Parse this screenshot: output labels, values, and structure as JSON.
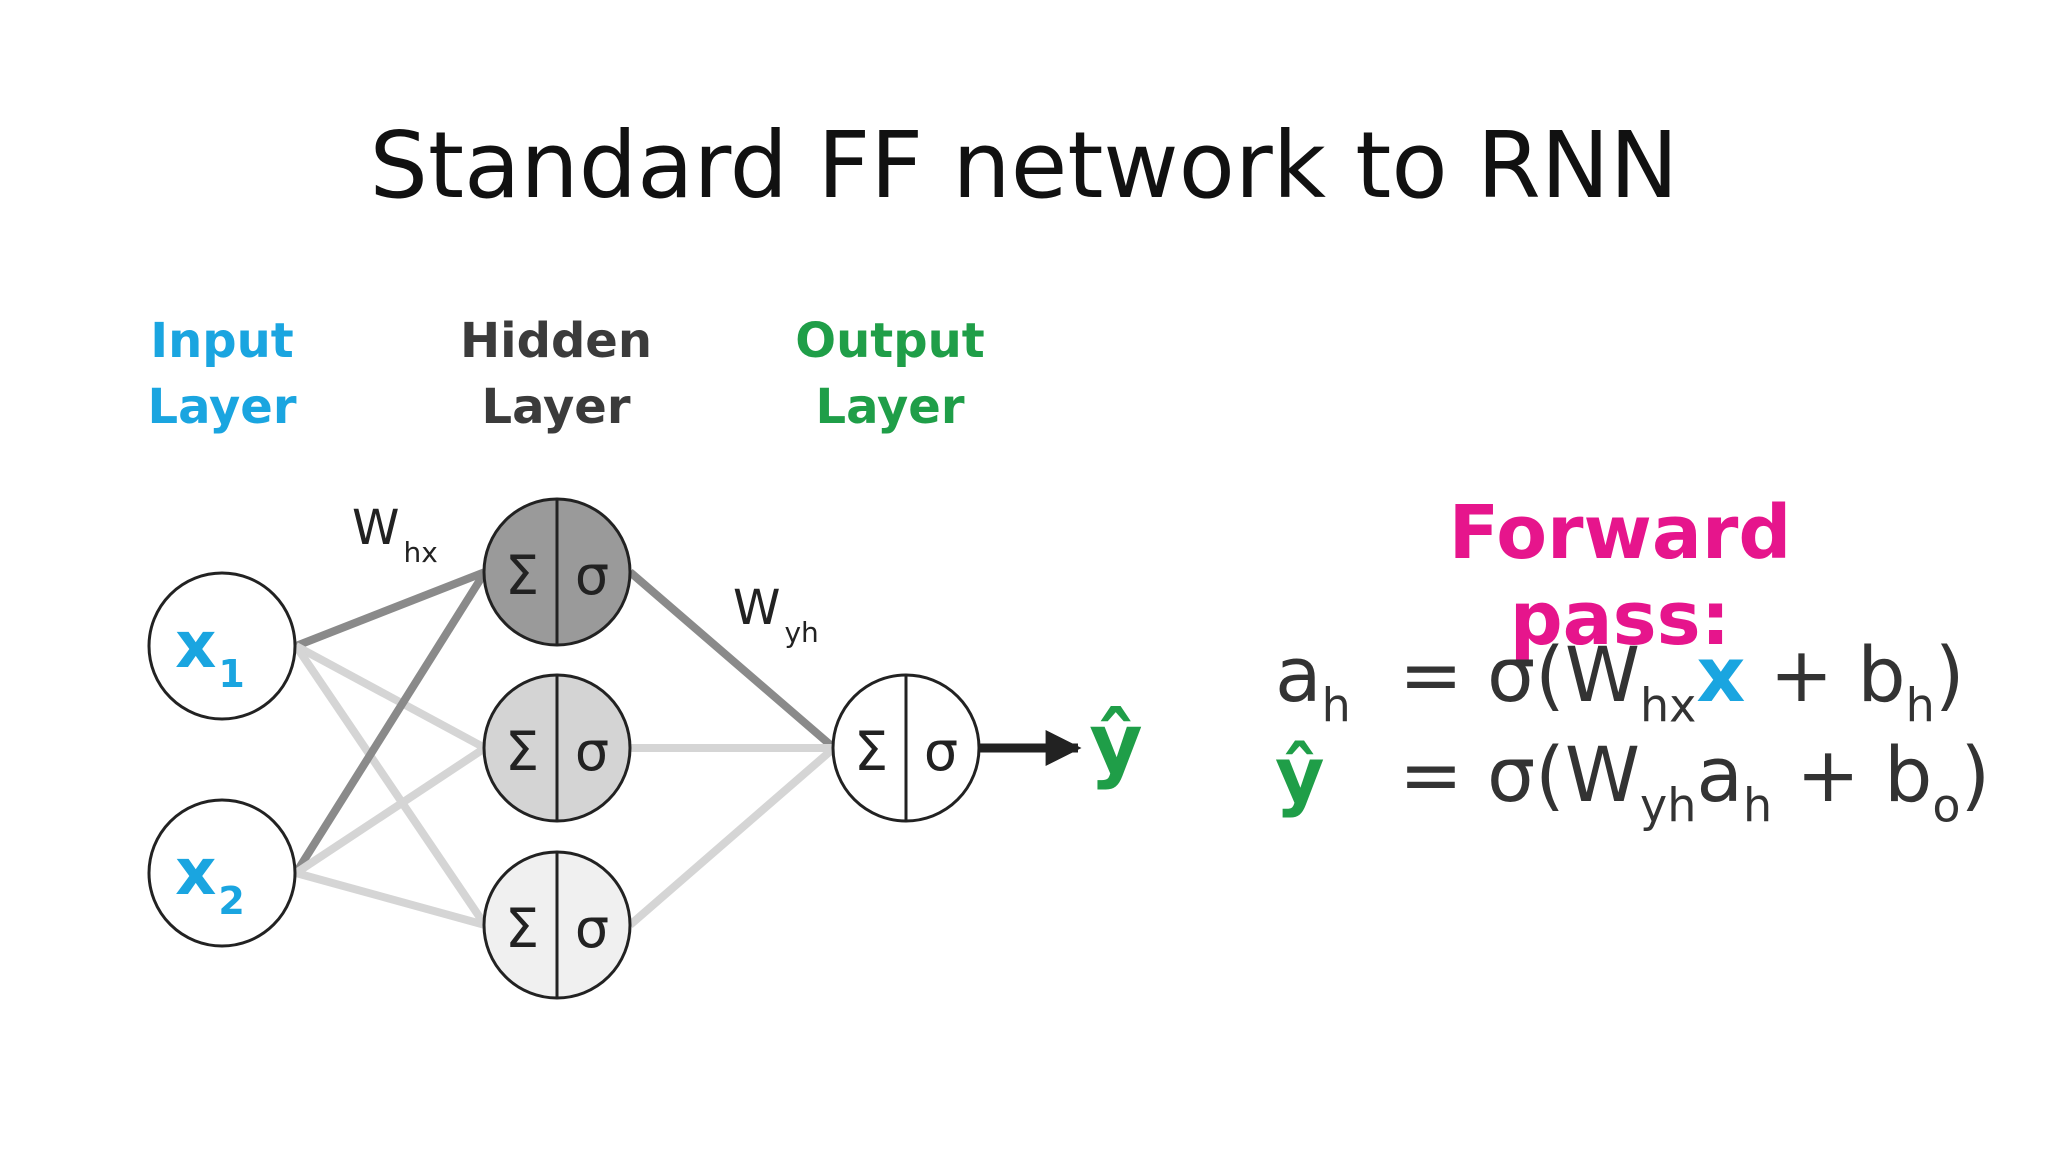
{
  "title": "Standard FF network to RNN",
  "layers": {
    "input": {
      "line1": "Input",
      "line2": "Layer"
    },
    "hidden": {
      "line1": "Hidden",
      "line2": "Layer"
    },
    "output": {
      "line1": "Output",
      "line2": "Layer"
    }
  },
  "colors": {
    "input": "#1aa5e0",
    "hidden": "#3b3b3b",
    "output": "#1f9e48",
    "forward_pass": "#e6158c",
    "neuron_dark": "#9a9a9a",
    "neuron_mid": "#d4d4d4",
    "neuron_light": "#f0f0f0",
    "edge_dark": "#8a8a8a",
    "edge_light": "#d5d5d5"
  },
  "inputs": [
    {
      "symbol": "x",
      "index": "1"
    },
    {
      "symbol": "x",
      "index": "2"
    }
  ],
  "neuron": {
    "sum": "Σ",
    "activation": "σ"
  },
  "weights": {
    "w_hx": {
      "symbol": "W",
      "sub": "hx"
    },
    "w_yh": {
      "symbol": "W",
      "sub": "yh"
    }
  },
  "output_symbol": "ŷ",
  "forward_pass": {
    "title": "Forward pass:",
    "eq1": {
      "lhs": "a",
      "lhs_sub": "h",
      "p1": "= σ(W",
      "p1_sub": "hx",
      "x": "x",
      "p2": "+ b",
      "p2_sub": "h",
      "close": ")"
    },
    "eq2": {
      "lhs": "ŷ",
      "p1": "= σ(W",
      "p1_sub": "yh",
      "a": "a",
      "a_sub": "h",
      "p2": "+ b",
      "p2_sub": "o",
      "close": ")"
    }
  }
}
